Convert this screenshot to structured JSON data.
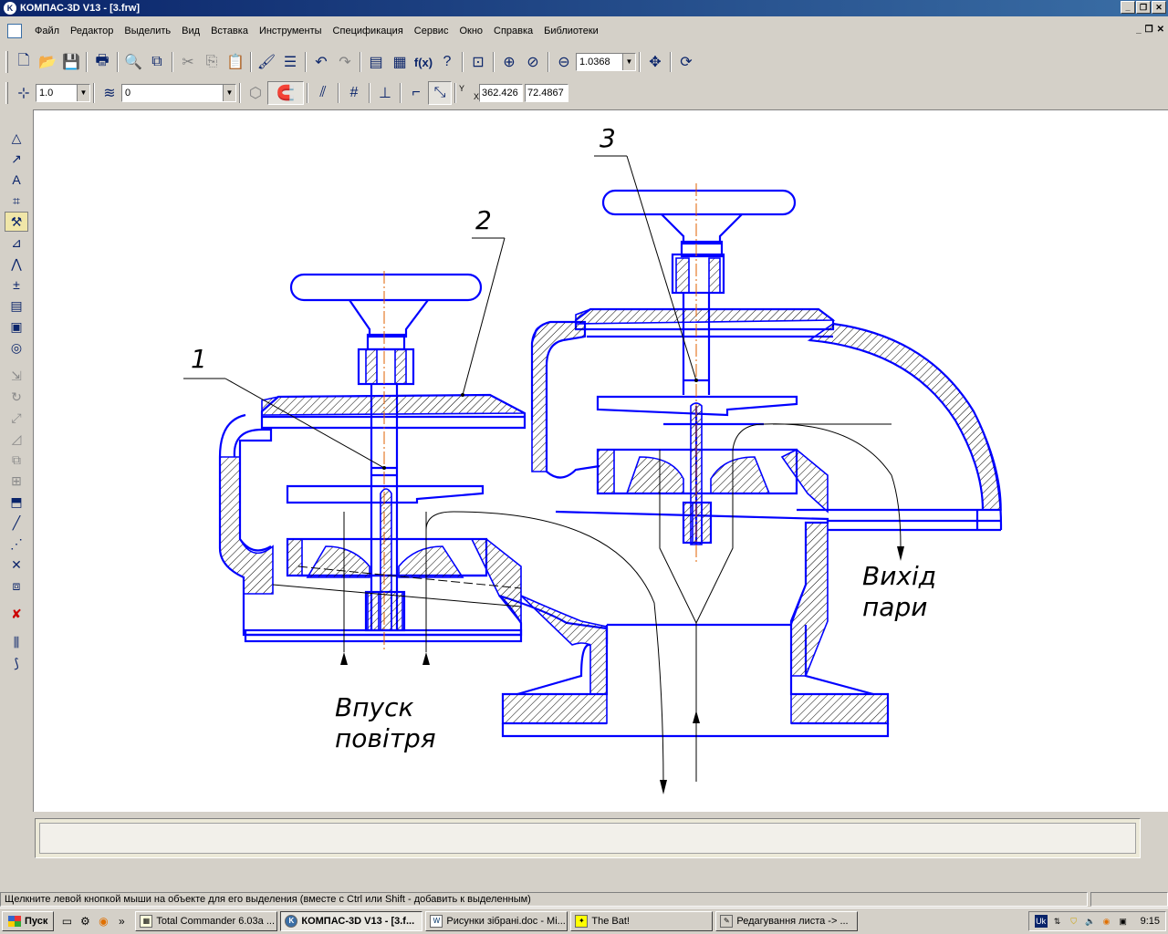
{
  "window": {
    "title": "КОМПАС-3D V13 - [3.frw]",
    "app_icon": "kompas-icon"
  },
  "menu": [
    "Файл",
    "Редактор",
    "Выделить",
    "Вид",
    "Вставка",
    "Инструменты",
    "Спецификация",
    "Сервис",
    "Окно",
    "Справка",
    "Библиотеки"
  ],
  "toolbar": {
    "zoom_value": "1.0368"
  },
  "toolbar2": {
    "step_value": "1.0",
    "layer_value": "0",
    "coord_x": "362.426",
    "coord_y": "72.4867",
    "coord_label_y": "Y",
    "coord_label_x": "X"
  },
  "drawing": {
    "callouts": [
      "1",
      "2",
      "3"
    ],
    "label_inlet_line1": "Впуск",
    "label_inlet_line2": "повітря",
    "label_outlet_line1": "Вихід",
    "label_outlet_line2": "пари",
    "line_color": "#0000ff",
    "axis_color": "#e06000"
  },
  "status": {
    "hint": "Щелкните левой кнопкой мыши на объекте для его выделения (вместе с Ctrl или Shift - добавить к выделенным)"
  },
  "taskbar": {
    "start_label": "Пуск",
    "tasks": [
      "Total Commander 6.03a ...",
      "КОМПАС-3D V13 - [3.f...",
      "Рисунки зібрані.doc - Mi...",
      "The Bat!",
      "Редагування листа -> ..."
    ],
    "tray_lang": "Uk",
    "clock": "9:15"
  }
}
